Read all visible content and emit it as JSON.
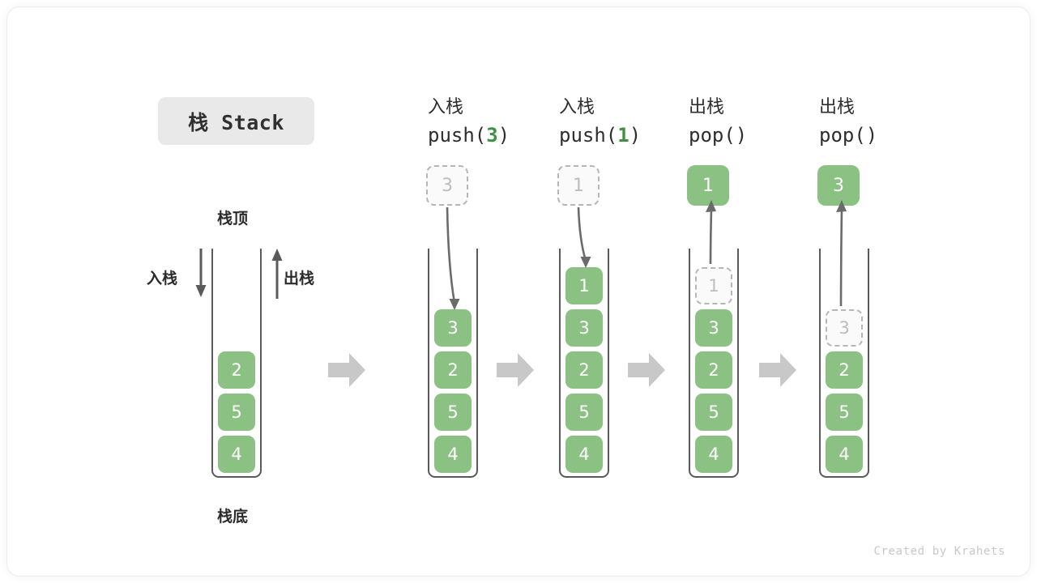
{
  "title_badge": {
    "label": "栈 Stack"
  },
  "colors": {
    "cell_green": "#8cc184",
    "code_number_green": "#3f9142",
    "outline_gray": "#5a5a5a",
    "ghost_border": "#b6b6b6",
    "chevron_gray": "#c8c8c8",
    "badge_bg": "#e9e9e9",
    "footer_gray": "#c9c9c9"
  },
  "main_stack": {
    "top_label": "栈顶",
    "bottom_label": "栈底",
    "push_label": "入栈",
    "pop_label": "出栈",
    "cells": [
      "2",
      "5",
      "4"
    ]
  },
  "steps": [
    {
      "id": "push-3",
      "caption_cn": "入栈",
      "caption_code_prefix": "push(",
      "caption_code_value": "3",
      "caption_code_suffix": ")",
      "incoming_value": "3",
      "incoming_state": "ghost",
      "cells": [
        "3",
        "2",
        "5",
        "4"
      ]
    },
    {
      "id": "push-1",
      "caption_cn": "入栈",
      "caption_code_prefix": "push(",
      "caption_code_value": "1",
      "caption_code_suffix": ")",
      "incoming_value": "1",
      "incoming_state": "ghost",
      "cells": [
        "1",
        "3",
        "2",
        "5",
        "4"
      ]
    },
    {
      "id": "pop-1",
      "caption_cn": "出栈",
      "caption_code_prefix": "pop(",
      "caption_code_value": "",
      "caption_code_suffix": ")",
      "outgoing_value": "1",
      "outgoing_state": "solid",
      "ghost_cell": "1",
      "cells": [
        "3",
        "2",
        "5",
        "4"
      ]
    },
    {
      "id": "pop-3",
      "caption_cn": "出栈",
      "caption_code_prefix": "pop(",
      "caption_code_value": "",
      "caption_code_suffix": ")",
      "outgoing_value": "3",
      "outgoing_state": "solid",
      "ghost_cell": "3",
      "cells": [
        "2",
        "5",
        "4"
      ]
    }
  ],
  "footer": {
    "credit": "Created by Krahets"
  }
}
